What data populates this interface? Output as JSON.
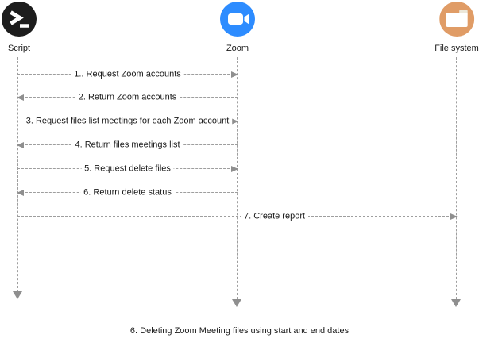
{
  "diagram": {
    "caption": "6. Deleting Zoom Meeting files using start and end dates",
    "colors": {
      "script_icon_bg": "#1d1d1d",
      "zoom_icon_bg": "#2D8CFF",
      "filesystem_icon_bg": "#E09C66",
      "line_gray": "#9e9e9e",
      "arrow_gray": "#8f8f8f",
      "text": "#1a1a1a"
    },
    "actors": [
      {
        "label": "Script",
        "icon": "terminal-icon"
      },
      {
        "label": "Zoom",
        "icon": "video-camera-icon"
      },
      {
        "label": "File system",
        "icon": "folder-icon"
      }
    ],
    "messages": [
      {
        "label": "1.. Request Zoom accounts",
        "from": "Script",
        "to": "Zoom",
        "direction": "right"
      },
      {
        "label": "2. Return Zoom accounts",
        "from": "Zoom",
        "to": "Script",
        "direction": "left"
      },
      {
        "label": "3. Request files list meetings for each Zoom account",
        "from": "Script",
        "to": "Zoom",
        "direction": "right"
      },
      {
        "label": "4. Return files meetings list",
        "from": "Zoom",
        "to": "Script",
        "direction": "left"
      },
      {
        "label": "5. Request delete files",
        "from": "Script",
        "to": "Zoom",
        "direction": "right"
      },
      {
        "label": "6. Return delete status",
        "from": "Zoom",
        "to": "Script",
        "direction": "left"
      },
      {
        "label": "7. Create report",
        "from": "Script",
        "to": "File system",
        "direction": "right"
      }
    ]
  }
}
